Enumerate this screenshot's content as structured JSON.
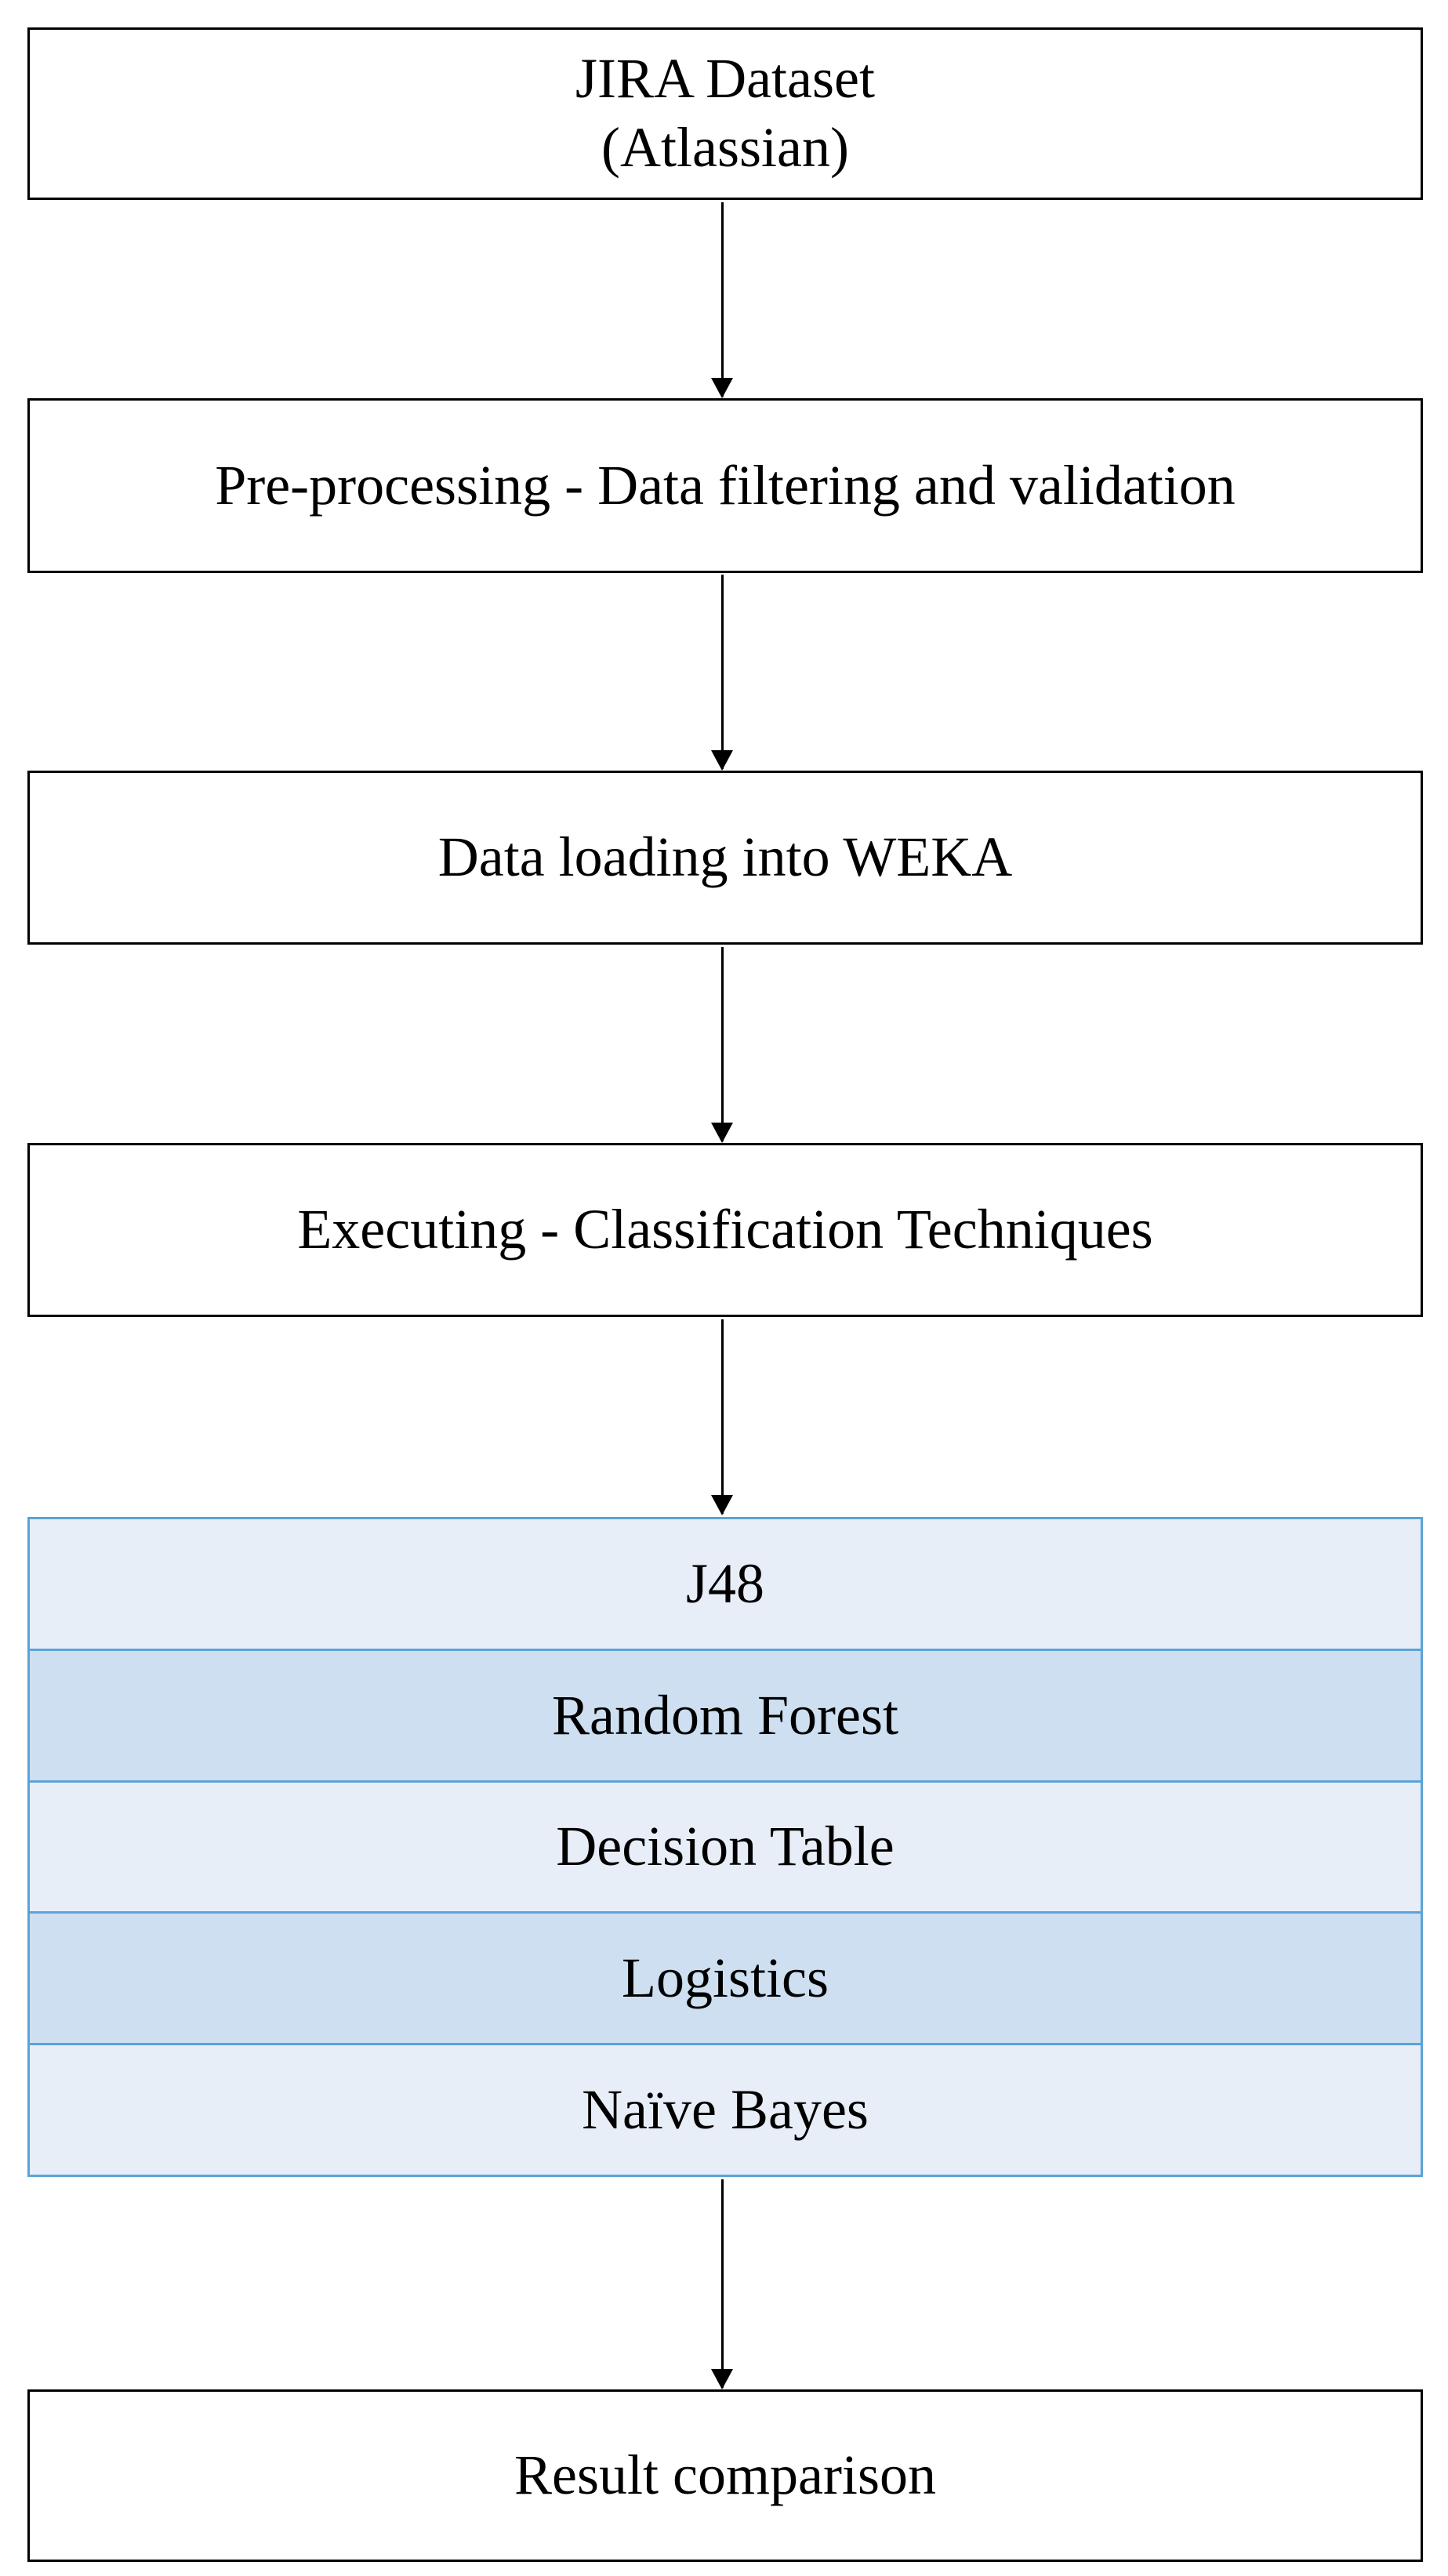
{
  "steps": {
    "dataset": [
      "JIRA Dataset",
      "(Atlassian)"
    ],
    "preprocessing": "Pre-processing - Data filtering and validation",
    "loading": "Data loading into WEKA",
    "executing": "Executing - Classification Techniques",
    "result": "Result comparison"
  },
  "classifiers": [
    "J48",
    "Random Forest",
    "Decision Table",
    "Logistics",
    "Naïve Bayes"
  ],
  "colors": {
    "box_border": "#000000",
    "table_border": "#5ba3d6",
    "row_light": "#e8eef8",
    "row_dark": "#cddff0"
  }
}
